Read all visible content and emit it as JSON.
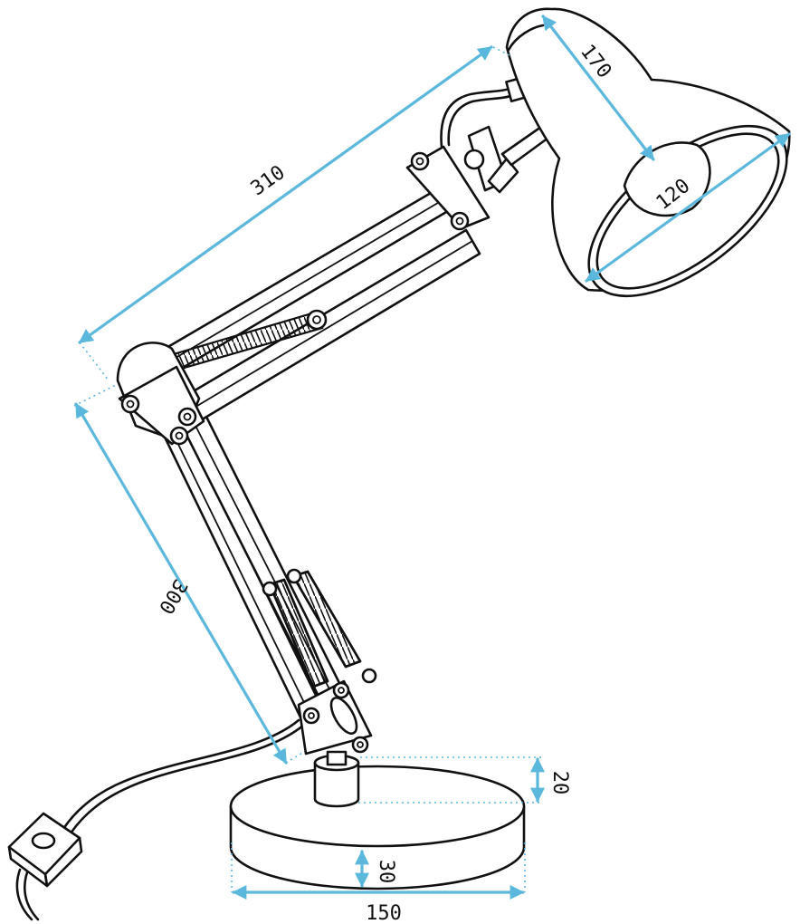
{
  "dimensions": {
    "arm_upper": "310",
    "arm_lower": "300",
    "shade_length": "170",
    "shade_diameter": "120",
    "base_height": "30",
    "base_width": "150",
    "neck_height": "20"
  },
  "colors": {
    "dimension_line": "#5bb8dc",
    "outline": "#111111",
    "background": "#ffffff"
  }
}
